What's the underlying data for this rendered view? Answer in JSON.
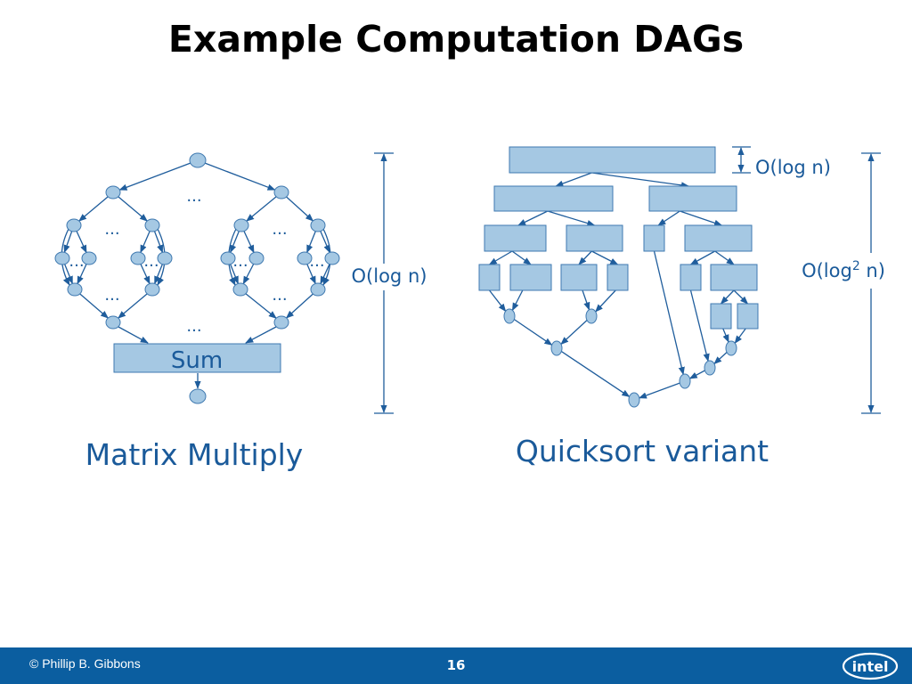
{
  "slide": {
    "title": "Example Computation DAGs"
  },
  "matrix_multiply": {
    "caption": "Matrix Multiply",
    "sum_label": "Sum",
    "ellipsis": "...",
    "depth_label": "O(log n)"
  },
  "quicksort": {
    "caption": "Quicksort variant",
    "level_label": "O(log n)",
    "depth_label_prefix": "O(log",
    "depth_label_exponent": "2",
    "depth_label_suffix": " n)"
  },
  "footer": {
    "copyright": "© Phillip B. Gibbons",
    "page_number": "16",
    "logo_text": "intel"
  },
  "colors": {
    "node_fill": "#a5c8e3",
    "node_stroke": "#3f79b0",
    "edge": "#1f5d9c",
    "caption_text": "#1a5a9a",
    "footer_bg": "#0b5ea0"
  }
}
